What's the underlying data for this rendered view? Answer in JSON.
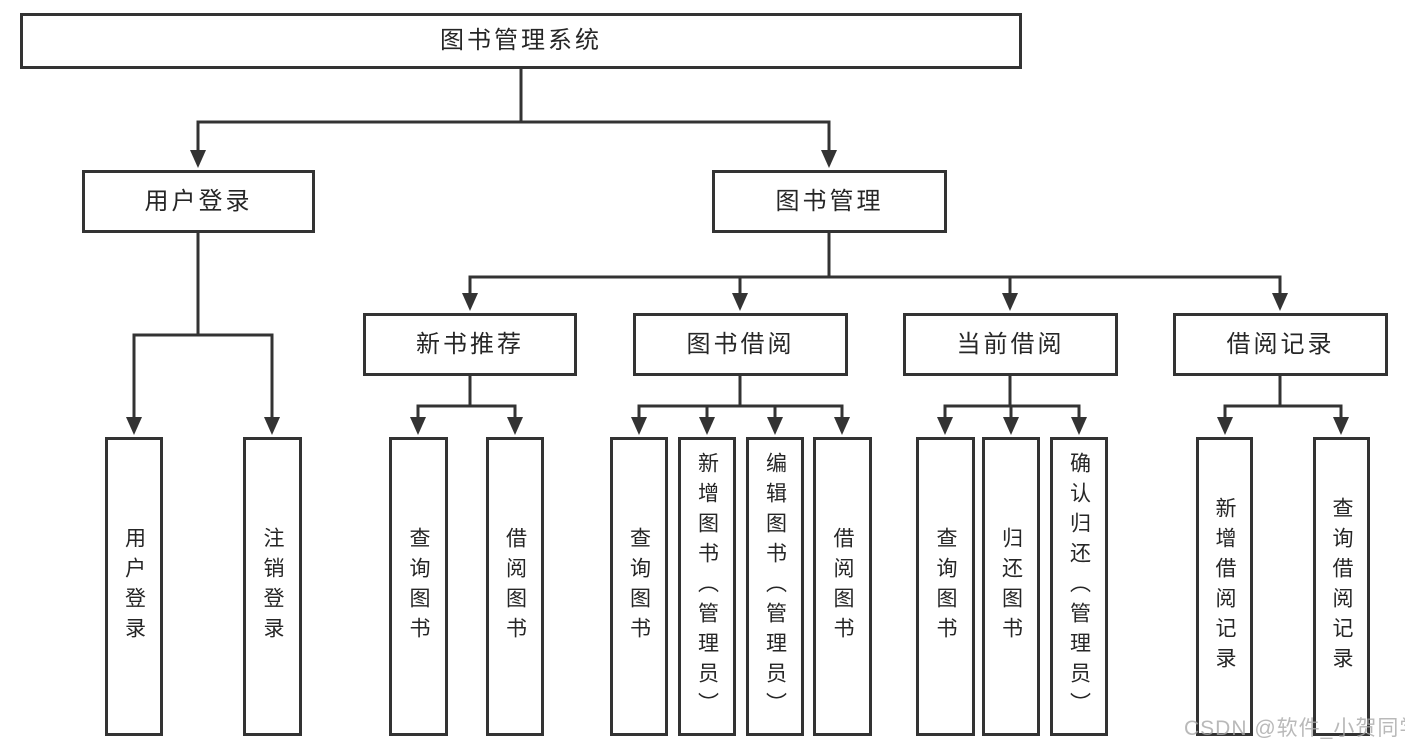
{
  "diagram": {
    "title": "图书管理系统",
    "level2": [
      "用户登录",
      "图书管理"
    ],
    "level3": [
      "新书推荐",
      "图书借阅",
      "当前借阅",
      "借阅记录"
    ],
    "leaves_login": [
      "用户登录",
      "注销登录"
    ],
    "leaves_newbook": [
      "查询图书",
      "借阅图书"
    ],
    "leaves_borrow": [
      "查询图书",
      "新增图书（管理员）",
      "编辑图书（管理员）",
      "借阅图书"
    ],
    "leaves_current": [
      "查询图书",
      "归还图书",
      "确认归还（管理员）"
    ],
    "leaves_records": [
      "新增借阅记录",
      "查询借阅记录"
    ],
    "watermark": "CSDN @软件_小贺同学"
  },
  "colors": {
    "line": "#333333",
    "text": "#262626",
    "background": "#ffffff",
    "watermark": "#a8a8a8"
  }
}
